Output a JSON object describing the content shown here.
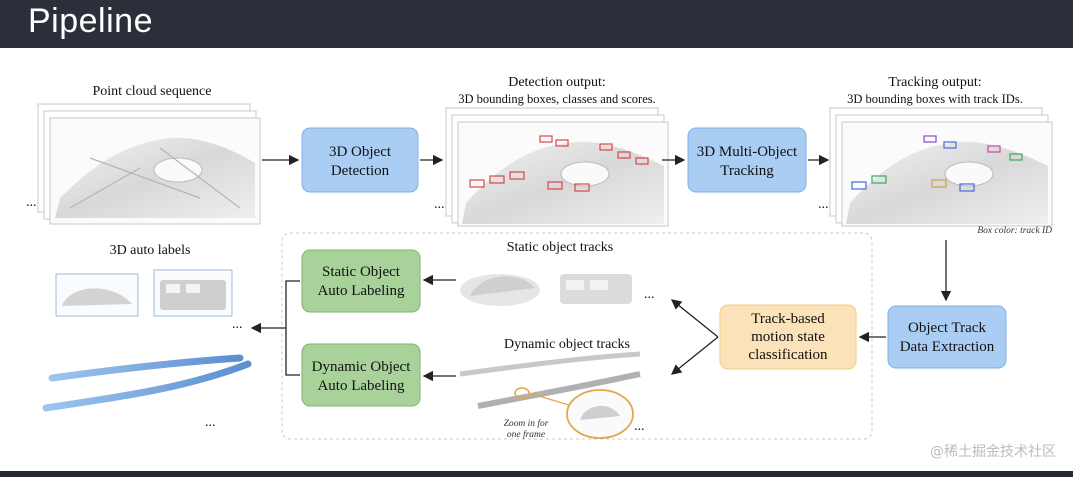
{
  "title": "Pipeline",
  "labels": {
    "point_cloud": "Point cloud sequence",
    "detection_line1": "Detection output:",
    "detection_line2": "3D bounding boxes, classes and scores.",
    "tracking_line1": "Tracking output:",
    "tracking_line2": "3D bounding boxes with track IDs.",
    "box_color": "Box color: track ID",
    "auto_labels": "3D auto labels",
    "static_tracks": "Static object tracks",
    "dynamic_tracks": "Dynamic object tracks",
    "zoom_line1": "Zoom in for",
    "zoom_line2": "one frame",
    "ellipsis": "..."
  },
  "boxes": {
    "detection": [
      "3D Object",
      "Detection"
    ],
    "tracking": [
      "3D Multi-Object",
      "Tracking"
    ],
    "extraction": [
      "Object Track",
      "Data Extraction"
    ],
    "classification": [
      "Track-based",
      "motion state",
      "classification"
    ],
    "static": [
      "Static Object",
      "Auto Labeling"
    ],
    "dynamic": [
      "Dynamic Object",
      "Auto Labeling"
    ]
  },
  "watermark": "@稀土掘金技术社区",
  "colors": {
    "blue_box": "#a9cdf3",
    "blue_border": "#7fb0e6",
    "green_box": "#a8d29a",
    "green_border": "#7fb56f",
    "orange_box": "#fbe2b8",
    "orange_border": "#f0c98a",
    "detection_boxes": "#d9464a",
    "lidar_strip": "#6e9fd8"
  }
}
